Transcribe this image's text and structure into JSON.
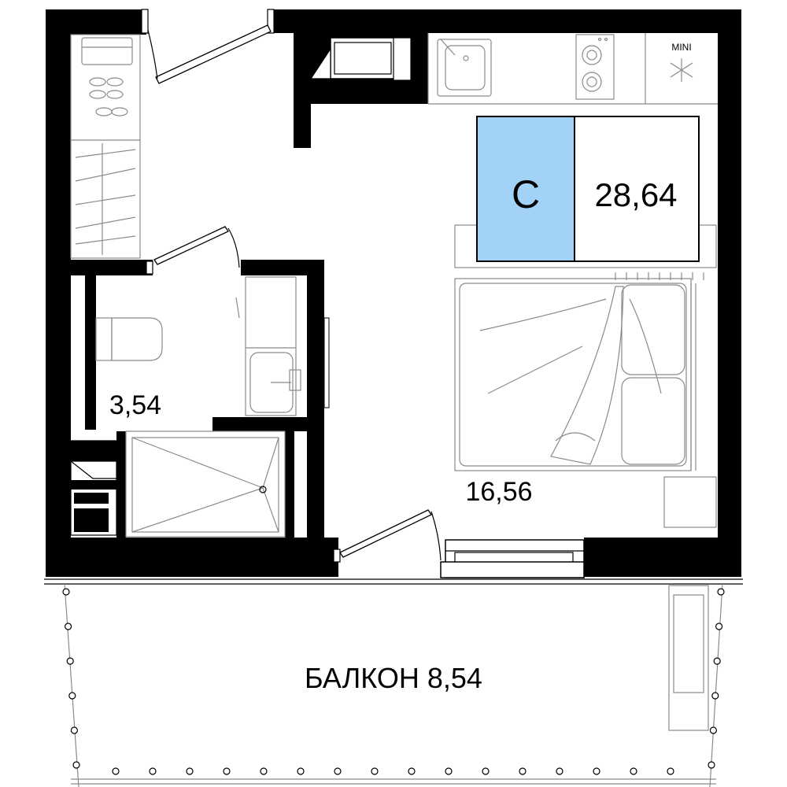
{
  "apartment": {
    "type_letter": "C",
    "total_area": "28,64",
    "type_color": "#a2d2f6"
  },
  "rooms": {
    "bathroom_area": "3,54",
    "living_area": "16,56",
    "balcony_label": "БАЛКОН 8,54"
  },
  "fixtures": {
    "fridge_label": "MINI"
  },
  "colors": {
    "wall": "#000000",
    "furniture_line": "#8a8a8a"
  }
}
